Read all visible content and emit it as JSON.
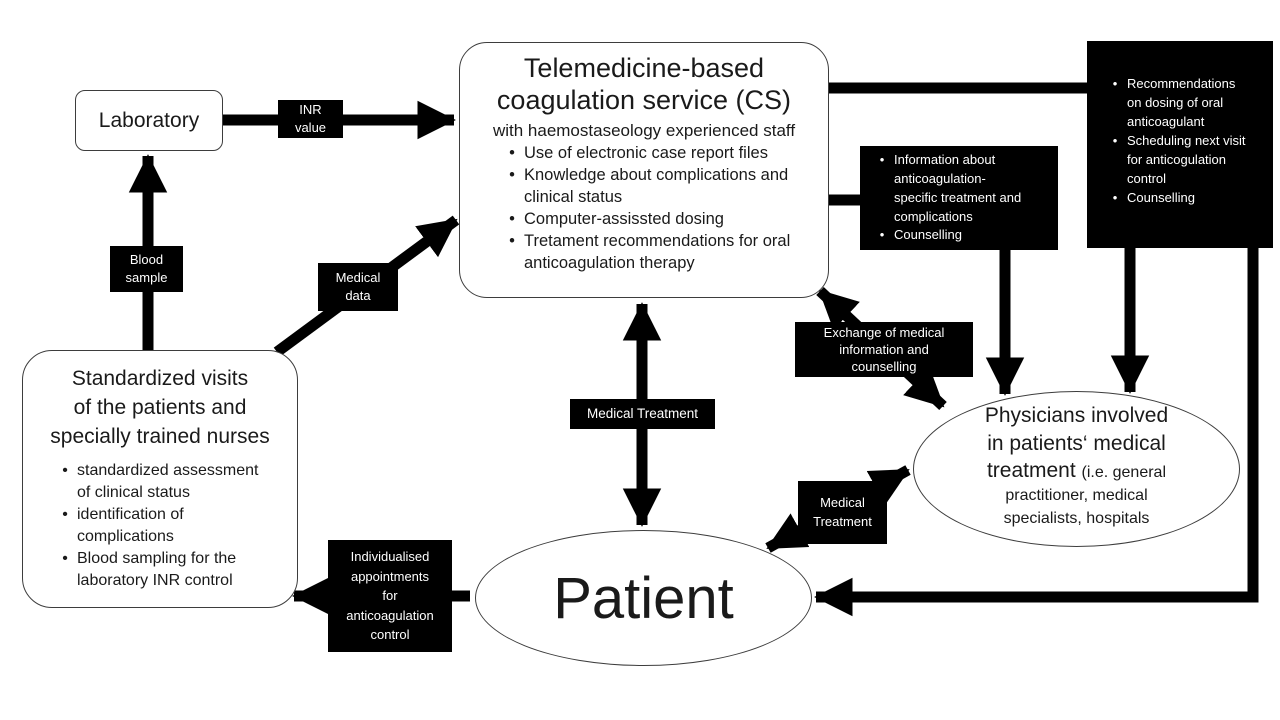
{
  "ui": {
    "bullet_char": "•"
  },
  "colors": {
    "background": "#ffffff",
    "ink": "#000000",
    "node_border": "#3d3d3d",
    "label_bg": "#000000",
    "label_text": "#ffffff"
  },
  "nodes": {
    "laboratory": {
      "label": "Laboratory"
    },
    "telemedicine": {
      "title": "Telemedicine-based\ncoagulation service (CS)",
      "subtitle": "with haemostaseology experienced staff",
      "bullets": [
        "Use of electronic case report files",
        "Knowledge about complications and\nclinical status",
        "Computer-assissted dosing",
        "Tretament recommendations for oral\nanticoagulation therapy"
      ]
    },
    "standardized_visits": {
      "title": "Standardized visits\nof the patients and\nspecially trained nurses",
      "bullets": [
        "standardized assessment\nof clinical status",
        "identification of\ncomplications",
        "Blood sampling for the\nlaboratory INR control"
      ]
    },
    "patient": {
      "label": "Patient"
    },
    "physicians": {
      "title": "Physicians involved\nin patients‘ medical\ntreatment ",
      "subtitle": "(i.e. general\npractitioner, medical\nspecialists, hospitals"
    },
    "recommendations_box": {
      "bullets": [
        "Recommendations\non dosing of oral\nanticoagulant",
        "Scheduling next visit\nfor anticogulation\ncontrol",
        "Counselling"
      ]
    },
    "information_box": {
      "bullets": [
        "Information about\nanticoagulation-\nspecific treatment and\ncomplications",
        "Counselling"
      ]
    }
  },
  "edge_labels": {
    "inr_value": "INR\nvalue",
    "blood_sample": "Blood\nsample",
    "medical_data": "Medical\ndata",
    "medical_treatment_center": "Medical Treatment",
    "medical_treatment_right": "Medical\nTreatment",
    "exchange": "Exchange of medical\ninformation and\ncounselling",
    "individualised_appointments": "Individualised\nappointments\nfor\nanticoagulation\ncontrol"
  }
}
